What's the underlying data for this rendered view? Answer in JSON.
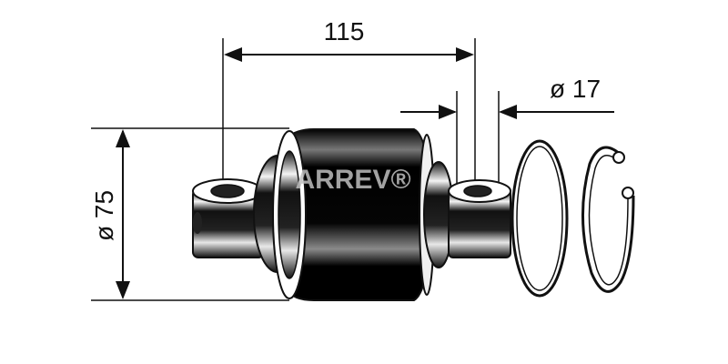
{
  "dimensions": {
    "pin_spacing": "115",
    "pin_diameter": "ø 17",
    "body_diameter": "ø 75"
  },
  "watermark": "ARREV®",
  "colors": {
    "ink": "#111111",
    "background": "#ffffff",
    "watermark": "#bfbfbf"
  }
}
